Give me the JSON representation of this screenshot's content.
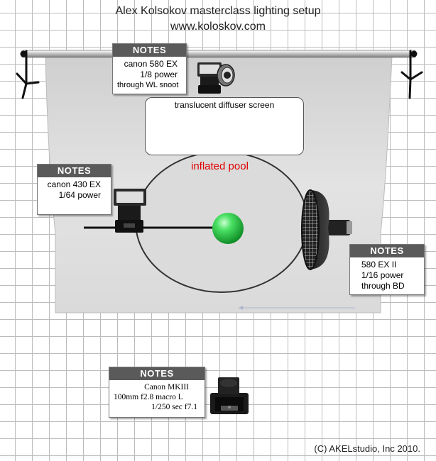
{
  "header": {
    "title": "Alex Kolsokov masterclass lighting setup",
    "url": "www.koloskov.com"
  },
  "labels": {
    "diffuser": "translucent diffuser screen",
    "pool": "inflated pool",
    "copyright": "(C) AKELstudio, Inc 2010."
  },
  "notes": {
    "top": {
      "header": "NOTES",
      "lines": [
        "canon 580 EX",
        "1/8 power",
        "through WL snoot"
      ]
    },
    "left": {
      "header": "NOTES",
      "lines": [
        "canon 430 EX",
        "1/64 power"
      ]
    },
    "right": {
      "header": "NOTES",
      "lines": [
        "580 EX II",
        "1/16 power",
        "through BD"
      ]
    },
    "bottom": {
      "header": "NOTES",
      "lines": [
        "Canon MKIII",
        "100mm f2.8 macro L",
        "1/250 sec f7.1"
      ]
    }
  },
  "colors": {
    "pool_label": "#e00000",
    "subject_ball": "#2fc94a",
    "notes_header": "#5a5a5a",
    "backdrop": "#dcdcdc"
  },
  "icons": [
    "flash-icon",
    "snoot-icon",
    "beauty-dish-icon",
    "camera-icon",
    "light-stand-icon",
    "green-ball"
  ]
}
